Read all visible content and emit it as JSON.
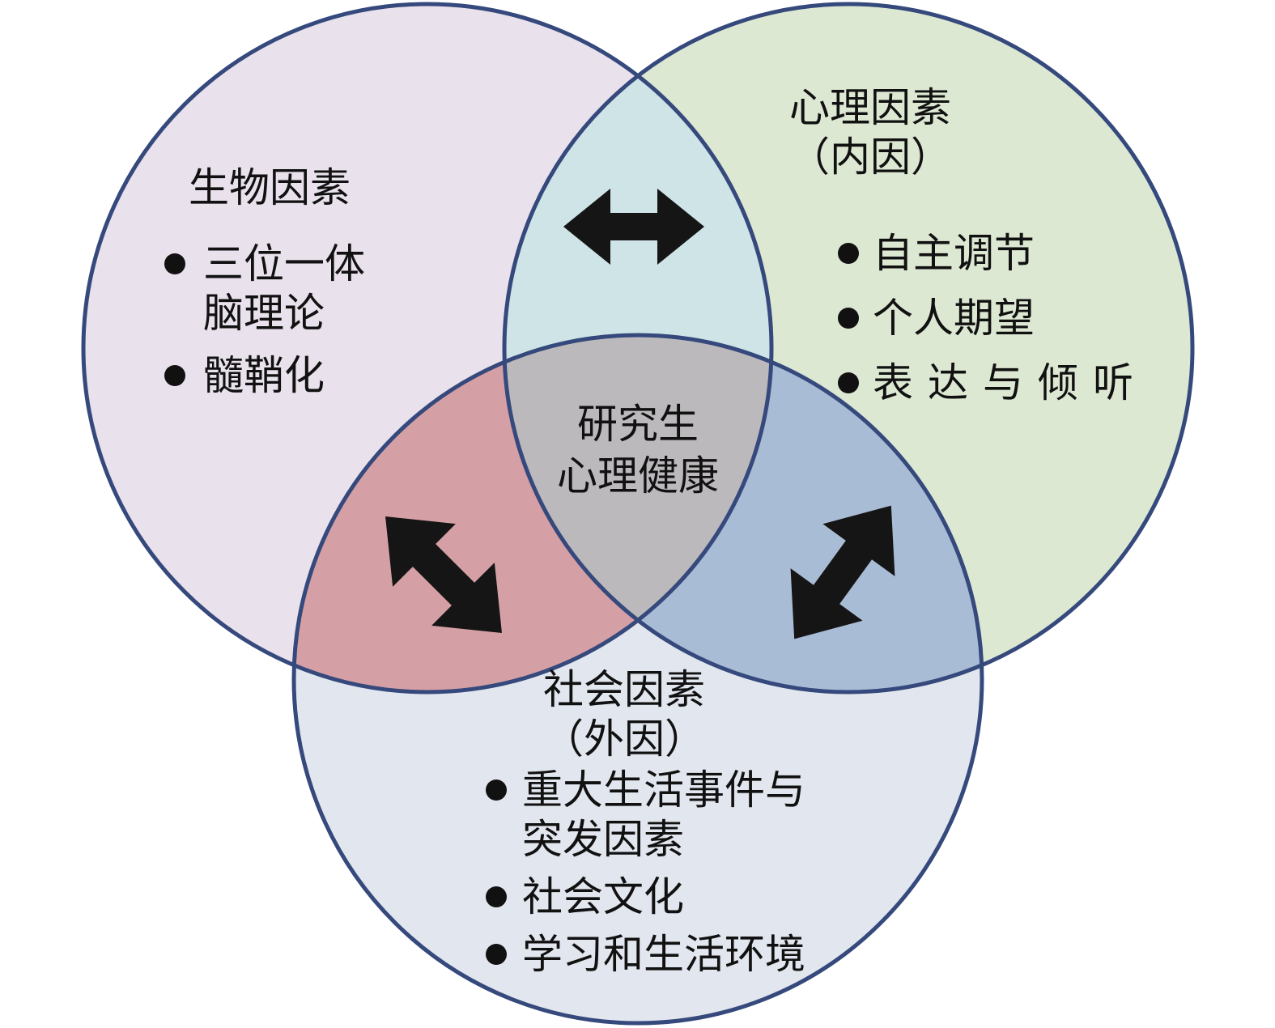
{
  "colors": {
    "outline": "#35497c",
    "arrow": "#151515",
    "biological_fill": "#e9e1ec",
    "psychological_fill": "#dde8d3",
    "social_fill": "#e2e6ee",
    "bio_psy_overlap": "#cfe4e7",
    "bio_soc_overlap": "#d5a0a5",
    "psy_soc_overlap": "#a9bcd6",
    "center_overlap": "#bcb9bc"
  },
  "center": {
    "line1": "研究生",
    "line2": "心理健康"
  },
  "biological": {
    "heading": "生物因素",
    "items": [
      {
        "lines": [
          "三位一体",
          "脑理论"
        ]
      },
      {
        "lines": [
          "髓鞘化"
        ]
      }
    ]
  },
  "psychological": {
    "heading_line1": "心理因素",
    "heading_line2": "（内因）",
    "items": [
      {
        "lines": [
          "自主调节"
        ]
      },
      {
        "lines": [
          "个人期望"
        ]
      },
      {
        "lines": [
          "表达与倾听"
        ]
      }
    ]
  },
  "social": {
    "heading_line1": "社会因素",
    "heading_line2": "（外因）",
    "items": [
      {
        "lines": [
          "重大生活事件与",
          "突发因素"
        ]
      },
      {
        "lines": [
          "社会文化"
        ]
      },
      {
        "lines": [
          "学习和生活环境"
        ]
      }
    ]
  }
}
